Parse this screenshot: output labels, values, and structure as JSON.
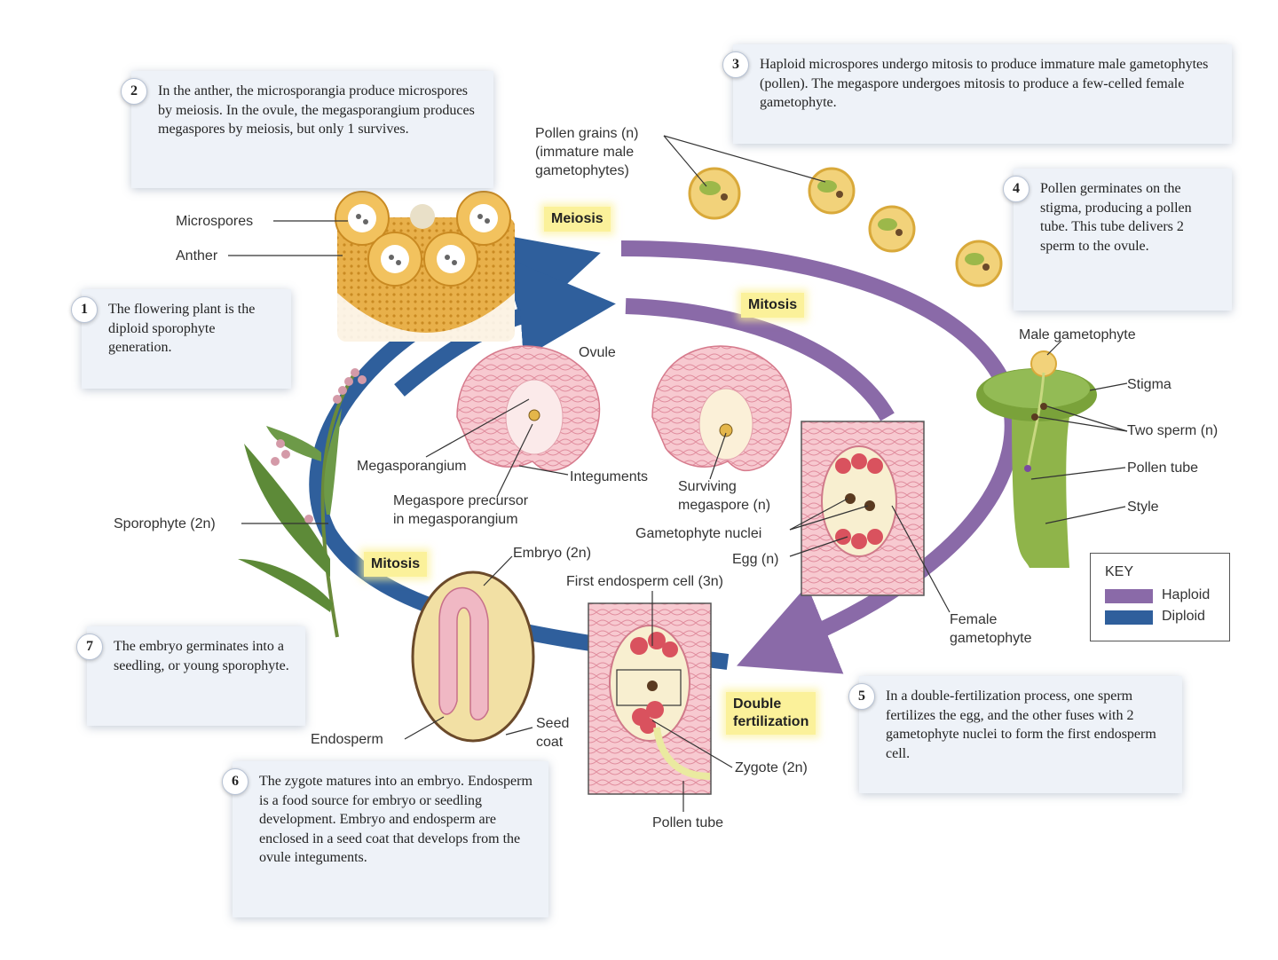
{
  "colors": {
    "haploid": "#8a6aa8",
    "diploid": "#2f5f9c",
    "stage_highlight": "#fbf19a",
    "box_bg": "#eef2f8"
  },
  "steps": [
    {
      "num": "1",
      "text": "The flowering plant is the diploid sporophyte generation."
    },
    {
      "num": "2",
      "text": "In the anther, the microsporangia produce microspores by meiosis. In the ovule, the megasporangium produces megaspores by meiosis, but only 1 survives."
    },
    {
      "num": "3",
      "text": "Haploid microspores undergo mitosis to produce immature male gametophytes (pollen). The megaspore undergoes mitosis to produce a few-celled female gametophyte."
    },
    {
      "num": "4",
      "text": "Pollen germinates on the stigma, producing a pollen tube. This tube delivers 2 sperm to the ovule."
    },
    {
      "num": "5",
      "text": "In a double-fertilization process, one sperm fertilizes the egg, and the other fuses with 2 gametophyte nuclei to form the first endosperm cell."
    },
    {
      "num": "6",
      "text": "The zygote matures into an embryo. Endosperm is a food source for embryo or seedling development. Embryo and endosperm are enclosed in a seed coat that develops from the ovule integuments."
    },
    {
      "num": "7",
      "text": "The embryo germinates into a seedling, or young sporophyte."
    }
  ],
  "stages": {
    "meiosis": "Meiosis",
    "mitosis_top": "Mitosis",
    "mitosis_left": "Mitosis",
    "double_fertilization": "Double\nfertilization"
  },
  "labels": {
    "microspores": "Microspores",
    "anther": "Anther",
    "pollen_grains": "Pollen grains (n)\n(immature male\ngametophytes)",
    "ovule": "Ovule",
    "megasporangium": "Megasporangium",
    "integuments": "Integuments",
    "megaspore_precursor": "Megaspore precursor\nin megasporangium",
    "surviving_megaspore": "Surviving\nmegaspore (n)",
    "gametophyte_nuclei": "Gametophyte nuclei",
    "egg": "Egg (n)",
    "female_gametophyte": "Female\ngametophyte",
    "male_gametophyte": "Male gametophyte",
    "stigma": "Stigma",
    "two_sperm": "Two sperm (n)",
    "pollen_tube_right": "Pollen tube",
    "style": "Style",
    "sporophyte": "Sporophyte (2n)",
    "embryo": "Embryo (2n)",
    "first_endosperm": "First endosperm cell (3n)",
    "endosperm": "Endosperm",
    "seed_coat": "Seed\ncoat",
    "zygote": "Zygote (2n)",
    "pollen_tube_bottom": "Pollen tube"
  },
  "key": {
    "title": "KEY",
    "items": [
      {
        "label": "Haploid",
        "color": "#8a6aa8"
      },
      {
        "label": "Diploid",
        "color": "#2f5f9c"
      }
    ]
  }
}
